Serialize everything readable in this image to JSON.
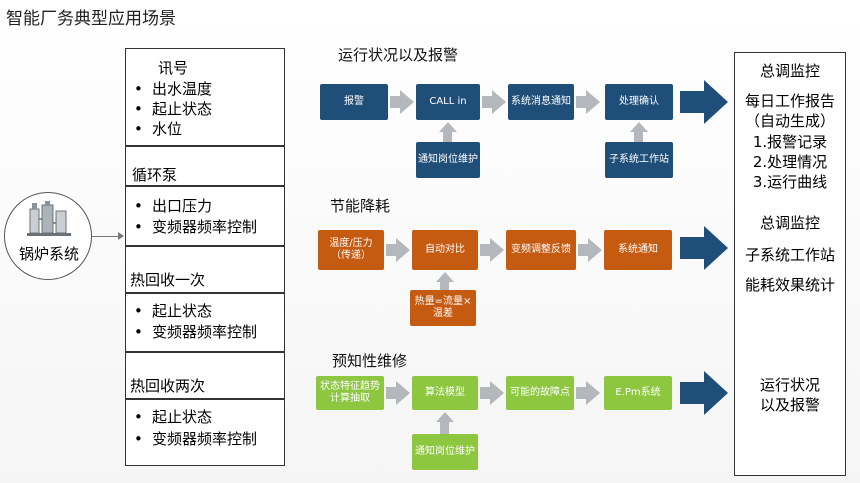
{
  "title": "智能厂务典型应用场景",
  "boiler": {
    "label": "锅炉系统",
    "icon": "boiler-plant-icon"
  },
  "left_panel": {
    "groups": [
      {
        "heading": "讯号",
        "items": [
          "出水温度",
          "起止状态",
          "水位"
        ]
      },
      {
        "heading": "循环泵",
        "items": [
          "出口压力",
          "变频器频率控制"
        ]
      },
      {
        "heading": "热回收一次",
        "items": [
          "起止状态",
          "变频器频率控制"
        ]
      },
      {
        "heading": "热回收两次",
        "items": [
          "起止状态",
          "变频器频率控制"
        ]
      }
    ]
  },
  "bullet_char": "•",
  "sections": [
    {
      "title": "运行状况以及报警",
      "color": "#1f4e79",
      "boxes": [
        "报警",
        "CALL in",
        "系统消息通知",
        "处理确认"
      ],
      "sub_boxes": [
        "通知岗位维护",
        "子系统工作站"
      ]
    },
    {
      "title": "节能降耗",
      "color": "#c55a11",
      "boxes": [
        "温度/压力（传递）",
        "自动对比",
        "变频调整反馈",
        "系统通知"
      ],
      "sub_boxes": [
        "热量=流量×温差"
      ]
    },
    {
      "title": "预知性维修",
      "color": "#8dc63f",
      "boxes": [
        "状态特征趋势计算抽取",
        "算法模型",
        "可能的故障点",
        "E.Pm系统"
      ],
      "sub_boxes": [
        "通知岗位维护"
      ]
    }
  ],
  "right_panel": {
    "block1": [
      "总调监控",
      "每日工作报告",
      "（自动生成）",
      "1.报警记录",
      "2.处理情况",
      "3.运行曲线"
    ],
    "block2": [
      "总调监控",
      "子系统工作站",
      "能耗效果统计"
    ],
    "block3": [
      "运行状况",
      "以及报警"
    ]
  },
  "colors": {
    "blue": "#1f4e79",
    "orange": "#c55a11",
    "green": "#8dc63f",
    "arrow_gray": "#b4b8bd"
  }
}
